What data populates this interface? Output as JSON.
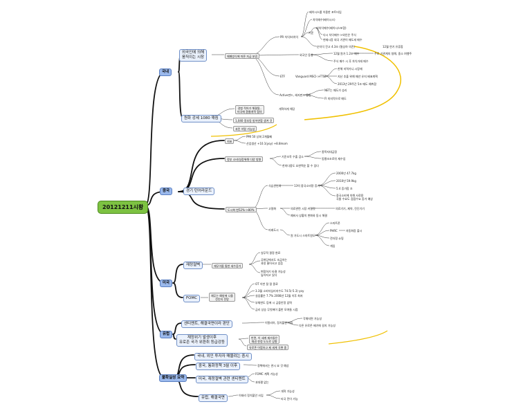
{
  "root": "20121211시황",
  "nodes": {
    "n_korea": "국내",
    "n_foreigner": "외국인에 의해\n움직이는 시장",
    "n_flow": "매매방식에 따른 자금 분류",
    "n_pr": "PR 차익/비차익",
    "n_rel": "외국인 동향",
    "n_etf": "ETF",
    "n_vanguard": "Vanguard MSCI->FTSE",
    "n_active": "Active펀드, 헤지펀드 등등",
    "n_pr_sub": "베이시스를 이용한 포트타임",
    "n_arb1": "차익매수(베이시스)",
    "n_arb2": "비차익매수(베이시스포함)",
    "n_arb3": "다시 차익매수->외인은 주식",
    "n_arb4": "현재시장 외국 기관이 매도세 매수",
    "n_gijun": "기준",
    "n_sellcond": "순차익 잔고 4.3조 (통상하 의견)",
    "n_12m_vol": "12월 원가 1.2조 매수",
    "n_sell_note": "12월 연기 유휴합",
    "n_twist": "주로 기관계의 청해, 중소 여행주",
    "n_stockbuy": "주식 매수 시 후 차익거래 매수",
    "n_msci_note": "한해 지역가니.시장재",
    "n_msci1": "지난 추출 위해 매년 유지 배표계획",
    "n_msci2": "2013년 29주간 5조 매도 예측함",
    "n_net": "NET는 매도가 승리",
    "n_fi": "FI 미지막으로 매도",
    "n_won": "원화 강세 1080 깨짐",
    "n_won_sub1": "경험 적어가 해결됨..\n미국에 환율개혁 협의",
    "n_won_sub1r": "개혁하게 해당",
    "n_won_sub2": "1,040 정부동 방어연합 생겨 것",
    "n_won_sub3": "과민 이탈 가능성",
    "n_china": "중국",
    "n_china_main": "경기 턴어라운드",
    "n_indicator": "지표",
    "n_pmi": "PMI 50 상회 2개월째",
    "n_ind_prod": "산업생산 +10.1(yoy) +8.8mom",
    "n_pol": "정부 소비/성장위해 다양 방향",
    "n_pol_sub1": "기준조작 수출 감소",
    "n_pol_sub1a": "종목지대금정",
    "n_pol_sub1b": "동평조조로뒤 재수업",
    "n_pol_sub2": "한미다중도 요한텍순 할 수 있다",
    "n_urban": "도시화 현52%->80%",
    "n_demand": "식습관변화",
    "n_demand_a": "13억 중국소비량 증가",
    "n_demand_b1": "2000년 47.7kg",
    "n_demand_b2": "2010년 59.9kg",
    "n_demand_b3": "5.4 증가함 조",
    "n_demand_b4": "중국소비에 의해 사료용\n곡물 수요도 점점수요 증가 예상",
    "n_consump": "고령화",
    "n_consump_a": "의료관련 시장 커질것",
    "n_consump_b": "의료기기, 제약, 진단기기",
    "n_consump_c": "예비사 상황의 변화와 동시 해결",
    "n_city": "미래도시",
    "n_city_a": "원 가도시 스마트원도",
    "n_city_b1": "스마트폰",
    "n_city_b2": "PHRC",
    "n_city_b3": "전자정 쇼핑",
    "n_city_b4": "게임",
    "n_city_b5": "자동화장 출시",
    "n_us": "미국",
    "n_fiscal": "재정절벽",
    "n_fiscal_a": "재무이름 통한 세수증가",
    "n_fiscal_a1": "실무적 결정 완료",
    "n_fiscal_a2": "공화당에서도 조금하는\n과정 줄어서고 있음",
    "n_fiscal_a3": "변합하기 타결 가능성\n높아지고 있다",
    "n_fomc": "FOMC",
    "n_fomc_a": "채무는 예방에 나올\n전인지 전망",
    "n_fomc_a1": "OT 이번 잘 잘 종료",
    "n_fomc_a2": "3.3월 소비자심리지수도 74.5(-5.3) yoy",
    "n_fomc_a3": "실업률은 7.7% 2008년 12월 이후 최저",
    "n_fomc_a4": "부채한도 등에 시 금융안정 압력",
    "n_fomc_a5": "금리 상승 무엇에이 출반 모여들 시점",
    "n_eu": "유럽",
    "n_eu_main1": "센티멘트, 해결국면이라 판단",
    "n_eu_main1a": "이탈리아, 정치불안 사임",
    "n_eu_main1b": "각해지면 가능성",
    "n_eu_main1c": "다른 유로존 배기에 갈지 가능성",
    "n_eu_main2": "재정위기 발생이후\n유로존 국가 위환취 등급강등",
    "n_eu_main2a": "반면, 이 세계 재가들은\n채권 한정 도도로 상향",
    "n_eu_main2b": "유로존 어렵하고 제 세계 곡편 중",
    "n_summary": "불확실성 요약",
    "n_sum1": "국내, 외인 투자자 매물려는 중시",
    "n_sum2": "중국, 통화정책 3월 이후",
    "n_sum2a": "정책에서는 관시 요 것 예상",
    "n_sum3": "미국, 재정절벽 관련 센티멘트",
    "n_sum3a": "FOMC 계획 가능성",
    "n_sum3b": "과대평 없는",
    "n_sum4": "유럽, 해결국면",
    "n_sum4a": "이태리 정치불안 사임",
    "n_sum4b": "개혁 가능성",
    "n_sum4c": "타국 전이 가능"
  },
  "colors": {
    "branch": "#111111",
    "accent_curve": "#f0c000",
    "root_fill": "#7dc242",
    "l1_fill": "#9bb9ec"
  }
}
